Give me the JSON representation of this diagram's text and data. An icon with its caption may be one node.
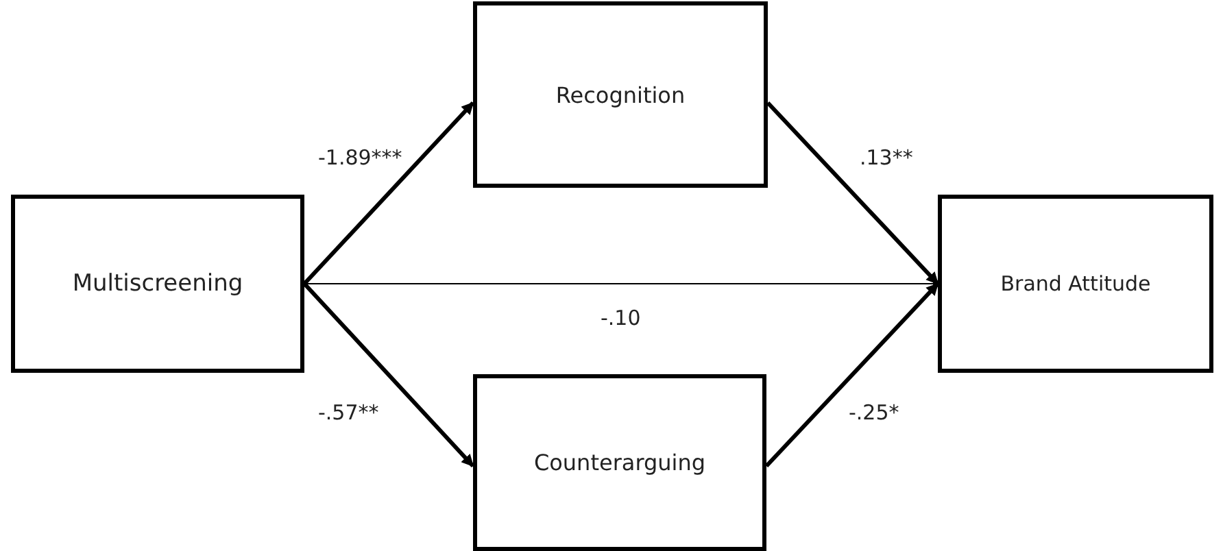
{
  "diagram": {
    "nodes": [
      {
        "text": [
          "Multiscreening"
        ]
      },
      {
        "text": [
          "Recognition"
        ]
      },
      {
        "text": [
          "Counterarguing"
        ]
      },
      {
        "text": [
          "Brand Attitude"
        ]
      }
    ],
    "edges": [
      {
        "from": 0,
        "to": 1,
        "arrow": "to",
        "label": "-1.89***"
      },
      {
        "from": 1,
        "to": 3,
        "arrow": "to",
        "label": ".13**"
      },
      {
        "from": 0,
        "to": 3,
        "arrow": "to",
        "label": "-.10"
      },
      {
        "from": 0,
        "to": 2,
        "arrow": "to",
        "label": "-.57**"
      },
      {
        "from": 2,
        "to": 3,
        "arrow": "to",
        "label": "-.25*"
      }
    ]
  }
}
